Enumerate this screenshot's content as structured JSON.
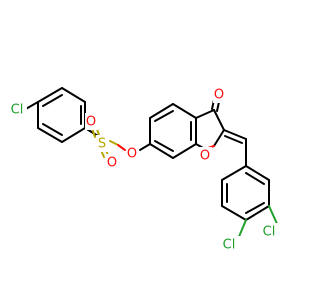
{
  "molecule": {
    "atoms": {
      "cl_left": {
        "label": "Cl",
        "color": "#1fa02a"
      },
      "s": {
        "label": "S",
        "color": "#b5a800"
      },
      "o_s_top": {
        "label": "O",
        "color": "#ff0d0d"
      },
      "o_s_bottom": {
        "label": "O",
        "color": "#ff0d0d"
      },
      "o_ester": {
        "label": "O",
        "color": "#ff0d0d"
      },
      "o_ketone": {
        "label": "O",
        "color": "#ff0d0d"
      },
      "o_furan": {
        "label": "O",
        "color": "#ff0d0d"
      },
      "cl_right_a": {
        "label": "Cl",
        "color": "#1fa02a"
      },
      "cl_right_b": {
        "label": "Cl",
        "color": "#1fa02a"
      }
    }
  }
}
